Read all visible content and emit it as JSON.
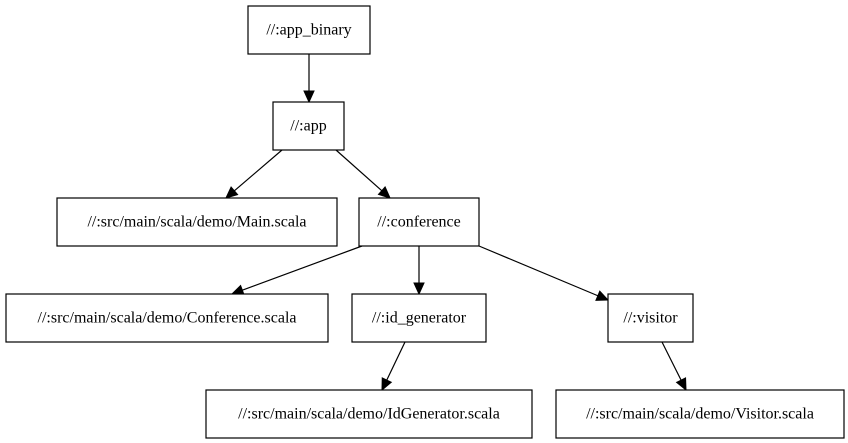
{
  "graph": {
    "nodes": [
      {
        "id": "app_binary",
        "label": "//:app_binary"
      },
      {
        "id": "app",
        "label": "//:app"
      },
      {
        "id": "main",
        "label": "//:src/main/scala/demo/Main.scala"
      },
      {
        "id": "conference",
        "label": "//:conference"
      },
      {
        "id": "conference_scala",
        "label": "//:src/main/scala/demo/Conference.scala"
      },
      {
        "id": "id_generator",
        "label": "//:id_generator"
      },
      {
        "id": "visitor",
        "label": "//:visitor"
      },
      {
        "id": "idgen_scala",
        "label": "//:src/main/scala/demo/IdGenerator.scala"
      },
      {
        "id": "visitor_scala",
        "label": "//:src/main/scala/demo/Visitor.scala"
      }
    ],
    "edges": [
      {
        "from": "app_binary",
        "to": "app"
      },
      {
        "from": "app",
        "to": "main"
      },
      {
        "from": "app",
        "to": "conference"
      },
      {
        "from": "conference",
        "to": "conference_scala"
      },
      {
        "from": "conference",
        "to": "id_generator"
      },
      {
        "from": "conference",
        "to": "visitor"
      },
      {
        "from": "id_generator",
        "to": "idgen_scala"
      },
      {
        "from": "visitor",
        "to": "visitor_scala"
      }
    ]
  }
}
